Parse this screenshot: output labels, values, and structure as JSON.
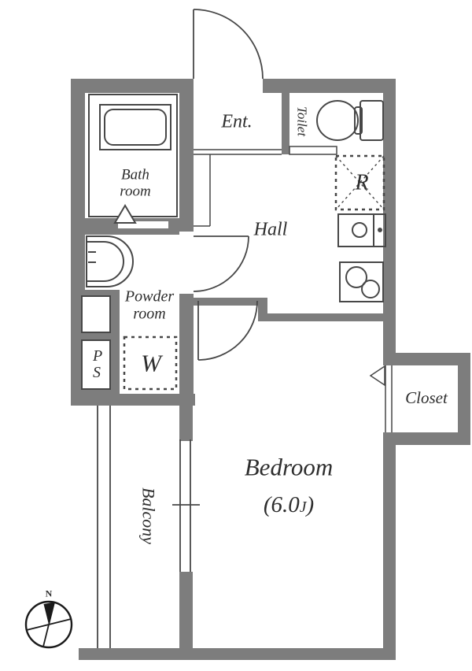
{
  "floorplan": {
    "labels": {
      "bathroom": "Bath room",
      "entrance": "Ent.",
      "toilet": "Toilet",
      "refrigerator_space": "R",
      "hall": "Hall",
      "powder_room": "Powder room",
      "pipe_space": "PS",
      "washer_space": "W",
      "closet": "Closet",
      "bedroom": "Bedroom",
      "bedroom_size_prefix": "(6.0",
      "bedroom_size_unit": "J",
      "bedroom_size_suffix": ")",
      "balcony": "Balcony",
      "compass_north": "N"
    },
    "colors": {
      "wall": "#7d7d7d",
      "line": "#474747",
      "text": "#2e2e2e"
    }
  }
}
